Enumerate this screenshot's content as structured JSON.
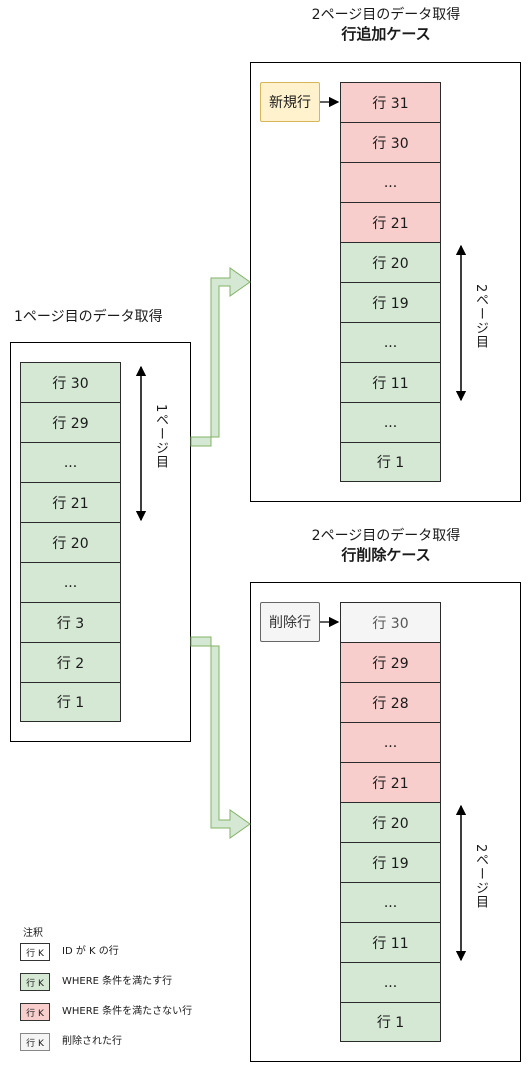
{
  "left": {
    "title": "1ページ目のデータ取得",
    "rows": [
      "行 30",
      "行 29",
      "...",
      "行 21",
      "行 20",
      "...",
      "行 3",
      "行 2",
      "行 1"
    ],
    "range_label": "1ページ目"
  },
  "add_case": {
    "title": "2ページ目のデータ取得",
    "subtitle": "行追加ケース",
    "tag": "新規行",
    "rows": [
      "行 31",
      "行 30",
      "...",
      "行 21",
      "行 20",
      "行 19",
      "...",
      "行 11",
      "...",
      "行 1"
    ],
    "range_label": "2ページ目"
  },
  "del_case": {
    "title": "2ページ目のデータ取得",
    "subtitle": "行削除ケース",
    "tag": "削除行",
    "rows": [
      "行 30",
      "行 29",
      "行 28",
      "...",
      "行 21",
      "行 20",
      "行 19",
      "...",
      "行 11",
      "...",
      "行 1"
    ],
    "range_label": "2ページ目"
  },
  "legend": {
    "title": "注釈",
    "items": [
      {
        "box": "行 K",
        "text": "ID が K の行",
        "color": "#ffffff"
      },
      {
        "box": "行 K",
        "text": "WHERE 条件を満たす行",
        "color": "#d5e8d4"
      },
      {
        "box": "行 K",
        "text": "WHERE 条件を満たさない行",
        "color": "#f8cecc"
      },
      {
        "box": "行 K",
        "text": "削除された行",
        "color": "#f5f5f5"
      }
    ]
  },
  "colors": {
    "green": "#d5e8d4",
    "red": "#f8cecc",
    "grey": "#f5f5f5",
    "yellow": "#fff2cc",
    "arrow": "#82b366"
  }
}
